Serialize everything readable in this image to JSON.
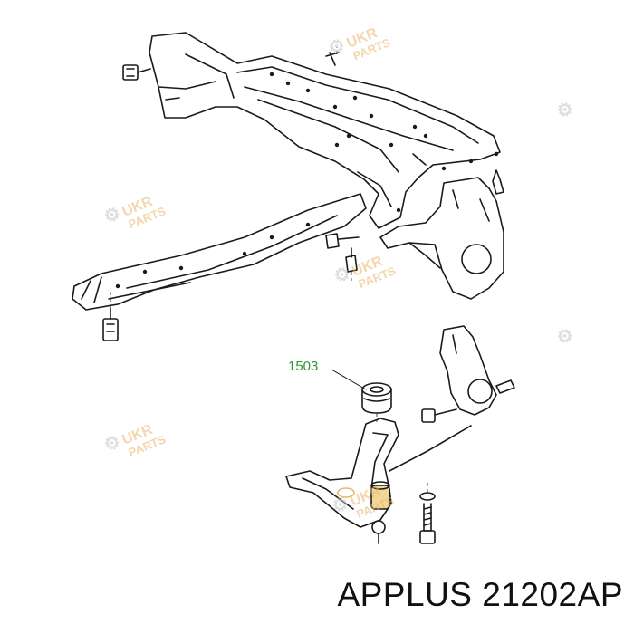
{
  "diagram": {
    "part_callout": "1503",
    "caption": "APPLUS 21202AP",
    "watermark": {
      "line1": "UKR",
      "line2": "PARTS"
    },
    "colors": {
      "line": "#1a1a1a",
      "callout": "#2e9a35",
      "watermark": "#e8b86a",
      "bushing": "#f2d79a"
    }
  }
}
